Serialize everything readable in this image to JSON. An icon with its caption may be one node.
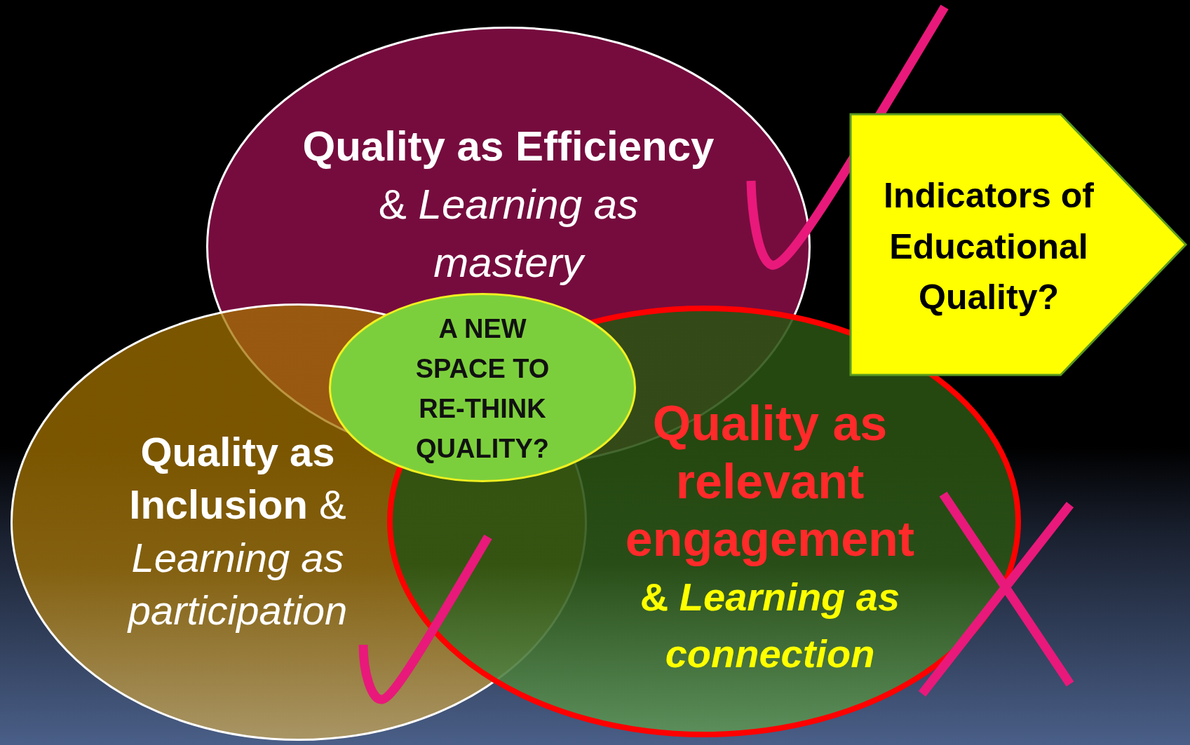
{
  "diagram": {
    "nodes": [
      {
        "text": [
          "**Quality as Efficiency** & *Learning as mastery*"
        ]
      },
      {
        "text": [
          "**Quality as Inclusion** & *Learning as participation*"
        ]
      },
      {
        "text": [
          "Quality as relevant engagement",
          "& *Learning as connection*"
        ]
      },
      {
        "text": [
          "A NEW SPACE TO RE-THINK QUALITY?"
        ]
      },
      {
        "text": [
          "Indicators of Educational Quality?"
        ]
      }
    ]
  }
}
